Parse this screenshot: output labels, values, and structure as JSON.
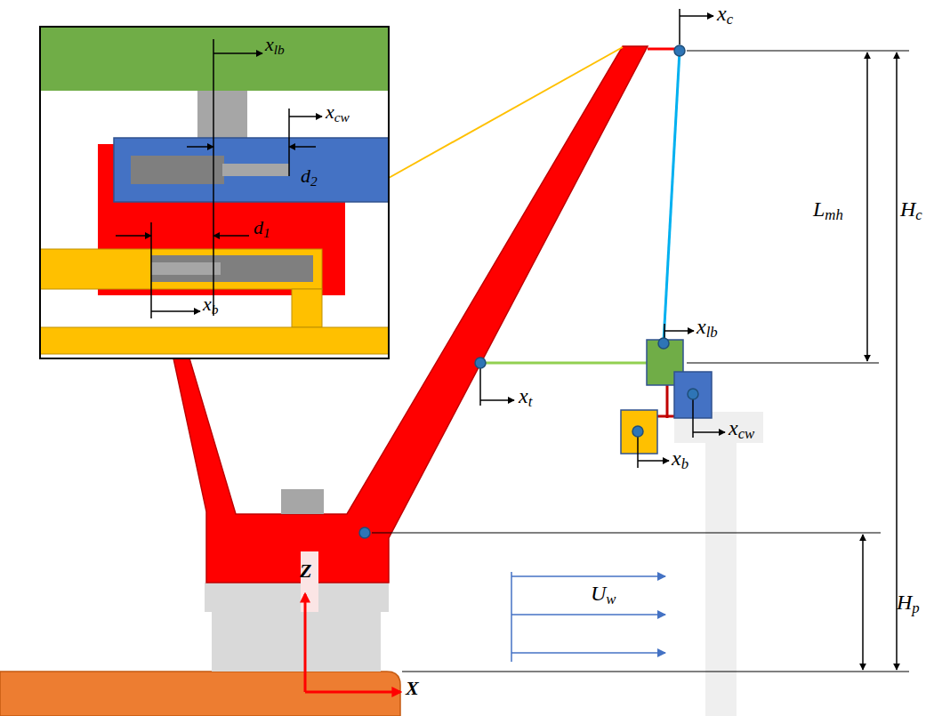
{
  "diagram": {
    "labels": [
      "xlb",
      "xcw",
      "d2",
      "d1",
      "xb",
      "xc",
      "Lmh",
      "Hc",
      "xlb",
      "xt",
      "xcw",
      "xb",
      "Hp",
      "Uw",
      "Z",
      "X"
    ]
  }
}
